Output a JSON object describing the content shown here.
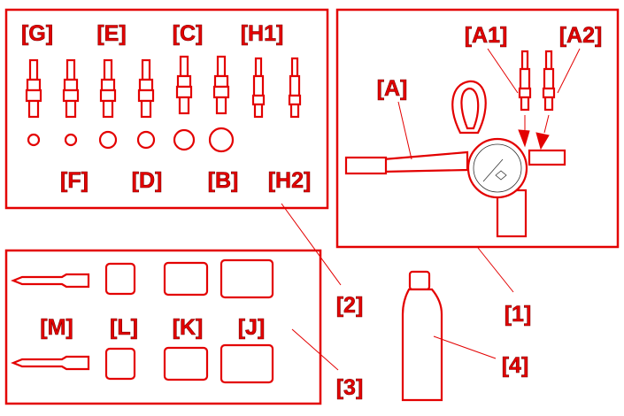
{
  "labels": {
    "G": "[G]",
    "E": "[E]",
    "C": "[C]",
    "H1": "[H1]",
    "F": "[F]",
    "D": "[D]",
    "B": "[B]",
    "H2": "[H2]",
    "A": "[A]",
    "A1": "[A1]",
    "A2": "[A2]",
    "M": "[M]",
    "L": "[L]",
    "K": "[K]",
    "J": "[J]",
    "n1": "[1]",
    "n2": "[2]",
    "n3": "[3]",
    "n4": "[4]"
  },
  "colors": {
    "accent": "#e30000"
  }
}
